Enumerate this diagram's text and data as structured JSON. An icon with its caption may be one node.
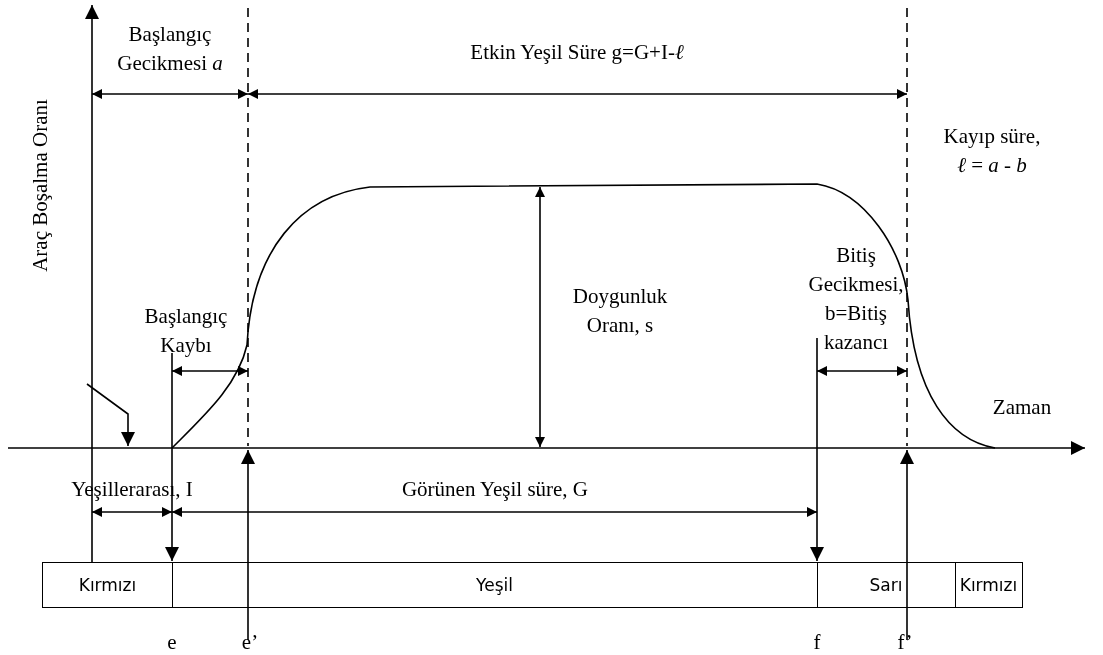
{
  "diagram": {
    "labels": [
      "Başlangıç Gecikmesi *a*",
      "Etkin Yeşil Süre g=G+I-*ℓ*",
      "Araç Boşalma Oranı",
      "Kayıp süre, *ℓ* = *a* - *b*",
      "Doygunluk Oranı, s",
      "Başlangıç Kaybı",
      "Bitiş Gecikmesi, b=Bitiş kazancı",
      "Zaman",
      "Yeşillerarası, I",
      "Görünen Yeşil süre, G",
      "Kırmızı",
      "Yeşil",
      "Sarı",
      "Kırmızı",
      "e",
      "e’",
      "f",
      "f’"
    ]
  }
}
